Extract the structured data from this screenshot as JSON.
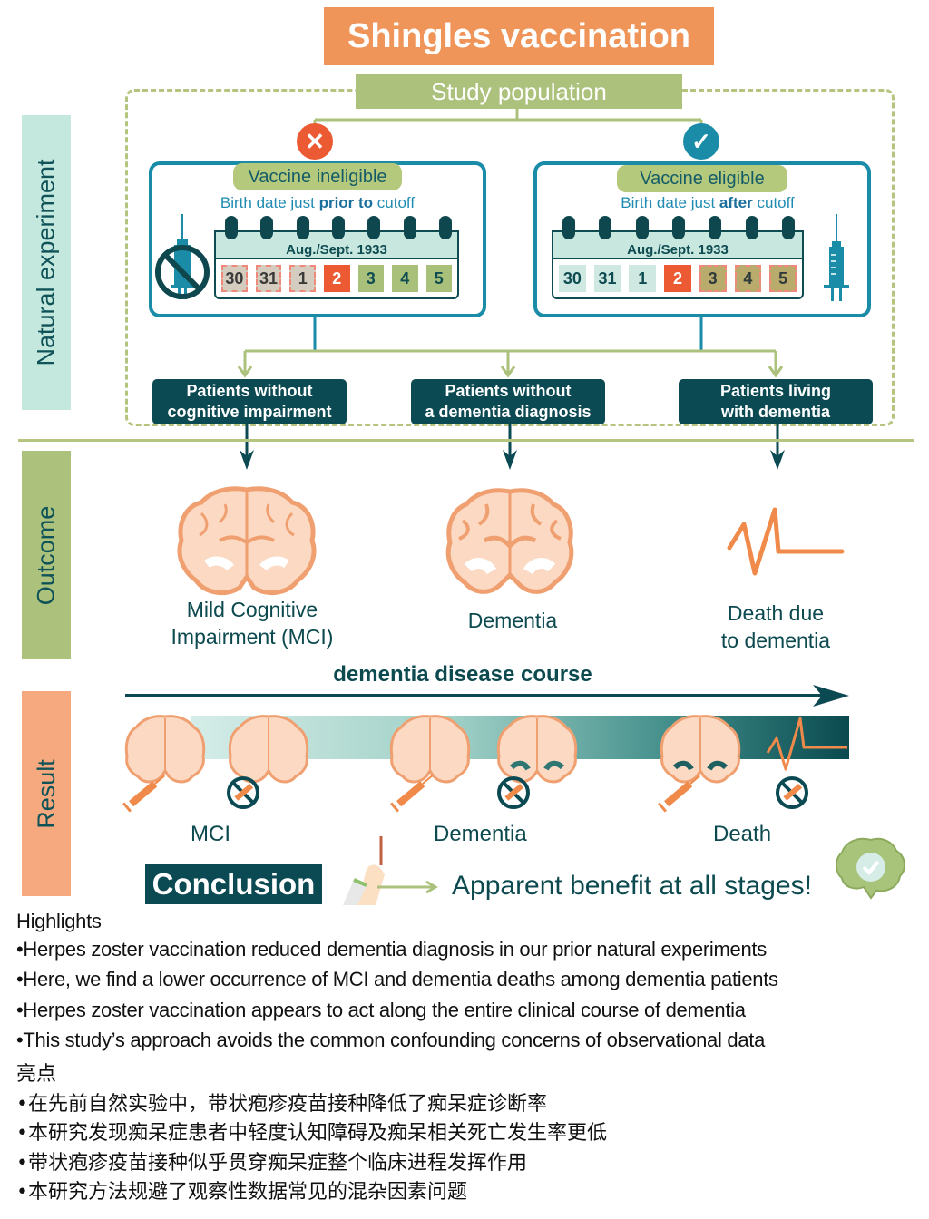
{
  "title": "Shingles vaccination",
  "study_population": "Study population",
  "side_labels": {
    "natural_experiment": "Natural experiment",
    "outcome": "Outcome",
    "result": "Result"
  },
  "groups": [
    {
      "status_icon": "x-icon",
      "status_color": "#ec5a33",
      "label": "Vaccine ineligible",
      "birth_prefix": "Birth date just ",
      "birth_bold": "prior to",
      "birth_suffix": " cutoff",
      "calendar_month": "Aug./Sept. 1933",
      "days": [
        {
          "n": "30",
          "style": "ineligible"
        },
        {
          "n": "31",
          "style": "ineligible"
        },
        {
          "n": "1",
          "style": "ineligible"
        },
        {
          "n": "2",
          "style": "cutoff"
        },
        {
          "n": "3",
          "style": "green"
        },
        {
          "n": "4",
          "style": "green"
        },
        {
          "n": "5",
          "style": "green"
        }
      ],
      "syringe": "no-syringe-icon"
    },
    {
      "status_icon": "check-icon",
      "status_color": "#1a8ca8",
      "label": "Vaccine eligible",
      "birth_prefix": "Birth date just ",
      "birth_bold": "after",
      "birth_suffix": " cutoff",
      "calendar_month": "Aug./Sept. 1933",
      "days": [
        {
          "n": "30",
          "style": "mint"
        },
        {
          "n": "31",
          "style": "mint"
        },
        {
          "n": "1",
          "style": "mint"
        },
        {
          "n": "2",
          "style": "cutoff"
        },
        {
          "n": "3",
          "style": "eligible"
        },
        {
          "n": "4",
          "style": "eligible"
        },
        {
          "n": "5",
          "style": "eligible"
        }
      ],
      "syringe": "syringe-icon"
    }
  ],
  "patients": [
    {
      "line1": "Patients without",
      "line2": "cognitive impairment"
    },
    {
      "line1": "Patients without",
      "line2": "a dementia diagnosis"
    },
    {
      "line1": "Patients living",
      "line2": "with dementia"
    }
  ],
  "outcomes": [
    {
      "line1": "Mild Cognitive",
      "line2": "Impairment (MCI)",
      "icon": "brain-icon"
    },
    {
      "line1": "Dementia",
      "line2": "",
      "icon": "atrophied-brain-icon"
    },
    {
      "line1": "Death due",
      "line2": "to dementia",
      "icon": "heartbeat-icon"
    }
  ],
  "course": {
    "title": "dementia disease course",
    "stages": [
      "MCI",
      "Dementia",
      "Death"
    ]
  },
  "conclusion": {
    "label": "Conclusion",
    "text": "Apparent benefit at all stages!"
  },
  "highlights": {
    "title": "Highlights",
    "items": [
      "•Herpes zoster vaccination reduced dementia diagnosis in our prior natural experiments",
      "•Here, we find a lower occurrence of MCI and dementia deaths among dementia patients",
      "•Herpes zoster vaccination appears to act along the entire clinical course of dementia",
      "•This study’s approach avoids the common confounding concerns of observational data"
    ]
  },
  "highlights_cn": {
    "title": "亮点",
    "items": [
      "•在先前自然实验中，带状疱疹疫苗接种降低了痴呆症诊断率",
      "•本研究发现痴呆症患者中轻度认知障碍及痴呆相关死亡发生率更低",
      "•带状疱疹疫苗接种似乎贯穿痴呆症整个临床进程发挥作用",
      "•本研究方法规避了观察性数据常见的混杂因素问题"
    ]
  },
  "colors": {
    "title_orange": "#f0955a",
    "green": "#acc27c",
    "teal_dark": "#0b4a52",
    "blue": "#1a8ca8",
    "cutoff_red": "#ec5a33",
    "brain_orange": "#f0a070"
  }
}
